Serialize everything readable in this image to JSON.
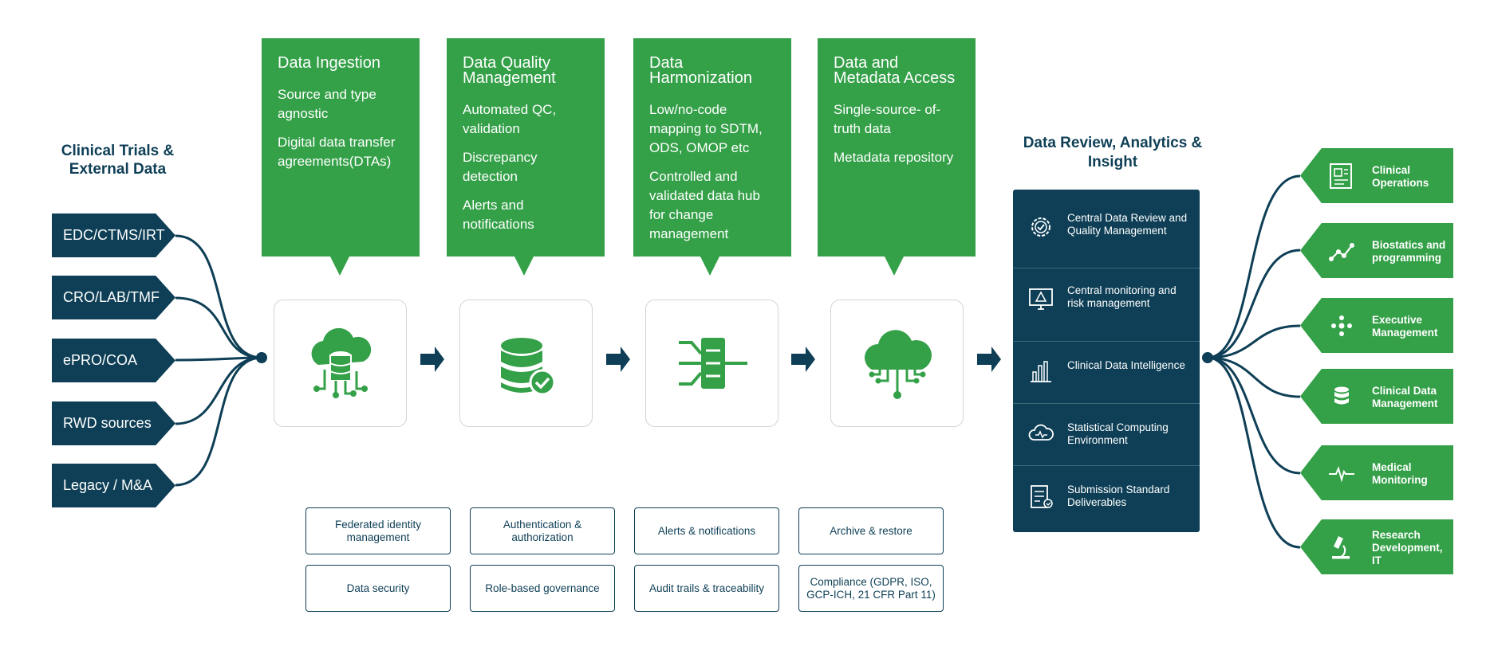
{
  "sources": {
    "title": "Clinical Trials & External Data",
    "items": [
      "EDC/CTMS/IRT",
      "CRO/LAB/TMF",
      "ePRO/COA",
      "RWD sources",
      "Legacy / M&A"
    ]
  },
  "stages": [
    {
      "title": "Data Ingestion",
      "lines": [
        "Source and type agnostic",
        "Digital data transfer agreements(DTAs)"
      ],
      "icon": "cloud-database-icon"
    },
    {
      "title": "Data Quality Management",
      "lines": [
        "Automated QC, validation",
        "Discrepancy detection",
        "Alerts and notifications"
      ],
      "icon": "database-check-icon"
    },
    {
      "title": "Data Harmonization",
      "lines": [
        "Low/no-code mapping to SDTM, ODS, OMOP etc",
        "Controlled and validated data hub for change management"
      ],
      "icon": "merge-hub-icon"
    },
    {
      "title": "Data and Metadata Access",
      "lines": [
        "Single-source- of-truth data",
        "Metadata repository"
      ],
      "icon": "cloud-network-icon"
    }
  ],
  "services": [
    [
      "Federated identity management",
      "Authentication & authorization",
      "Alerts & notifications",
      "Archive & restore"
    ],
    [
      "Data security",
      "Role-based governance",
      "Audit trails & traceability",
      "Compliance (GDPR, ISO, GCP-ICH, 21 CFR Part 11)"
    ]
  ],
  "review": {
    "title": "Data Review, Analytics & Insight",
    "items": [
      {
        "label": "Central Data Review and Quality Management",
        "icon": "gear-check-icon"
      },
      {
        "label": "Central monitoring and risk management",
        "icon": "monitor-alert-icon"
      },
      {
        "label": "Clinical Data Intelligence",
        "icon": "bar-chart-icon"
      },
      {
        "label": "Statistical Computing Environment",
        "icon": "cloud-pulse-icon"
      },
      {
        "label": "Submission Standard Deliverables",
        "icon": "checklist-icon"
      }
    ]
  },
  "targets": [
    {
      "label": "Clinical Operations",
      "icon": "operations-panel-icon"
    },
    {
      "label": "Biostatics and programming",
      "icon": "line-trend-icon"
    },
    {
      "label": "Executive Management",
      "icon": "network-dots-icon"
    },
    {
      "label": "Clinical Data Management",
      "icon": "database-icon"
    },
    {
      "label": "Medical Monitoring",
      "icon": "heartbeat-icon"
    },
    {
      "label": "Research Development, IT",
      "icon": "microscope-icon"
    }
  ],
  "colors": {
    "green": "#34a048",
    "navy": "#0e3f56"
  }
}
